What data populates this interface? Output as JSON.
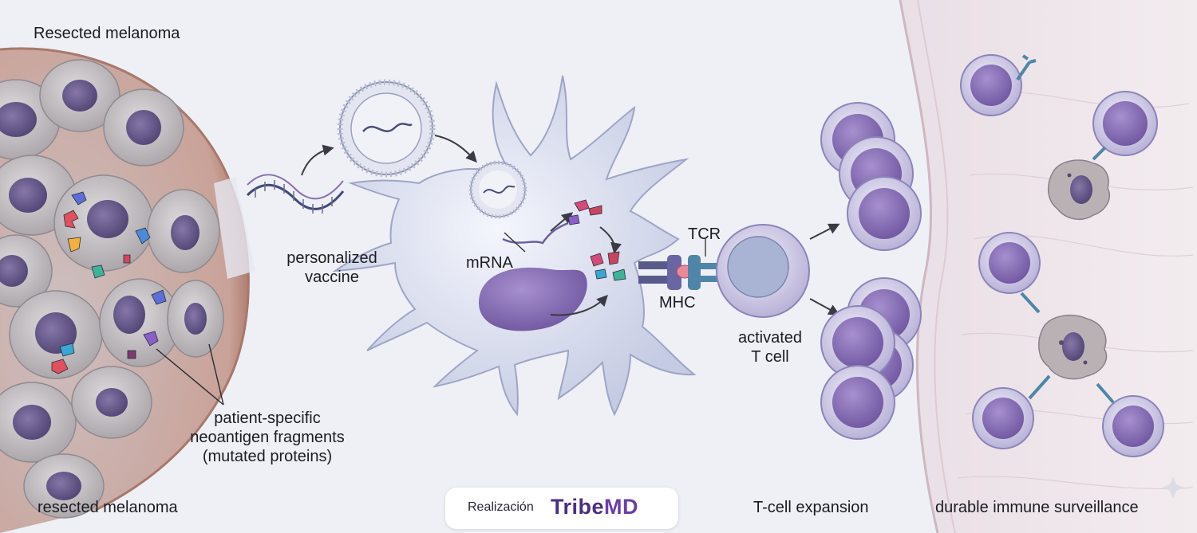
{
  "labels": {
    "title_top": "Resected melanoma",
    "vaccine_line1": "personalized",
    "vaccine_line2": "vaccine",
    "mrna": "mRNA",
    "tcr": "TCR",
    "mhc": "MHC",
    "activated_line1": "activated",
    "activated_line2": "T cell",
    "neo_line1": "patient-specific",
    "neo_line2": "neoantigen fragments",
    "neo_line3": "(mutated proteins)"
  },
  "captions": {
    "melanoma": "resected melanoma",
    "expansion": "T-cell expansion",
    "surveillance": "durable immune surveillance"
  },
  "credit": {
    "prefix": "Realización",
    "brand_part1": "Tribe",
    "brand_part2": "MD"
  },
  "colors": {
    "background": "#eef0f6",
    "tumor_tissue": "#c9a79c",
    "tumor_cell": "#c7c4c8",
    "nucleus": "#6b5d8c",
    "dendritic_cell": "#dfe3f2",
    "t_cell": "#c9c4e0",
    "t_cell_nucleus": "#8a74b4",
    "tissue_right": "#efe4e8",
    "brand": "#4a2e86"
  }
}
